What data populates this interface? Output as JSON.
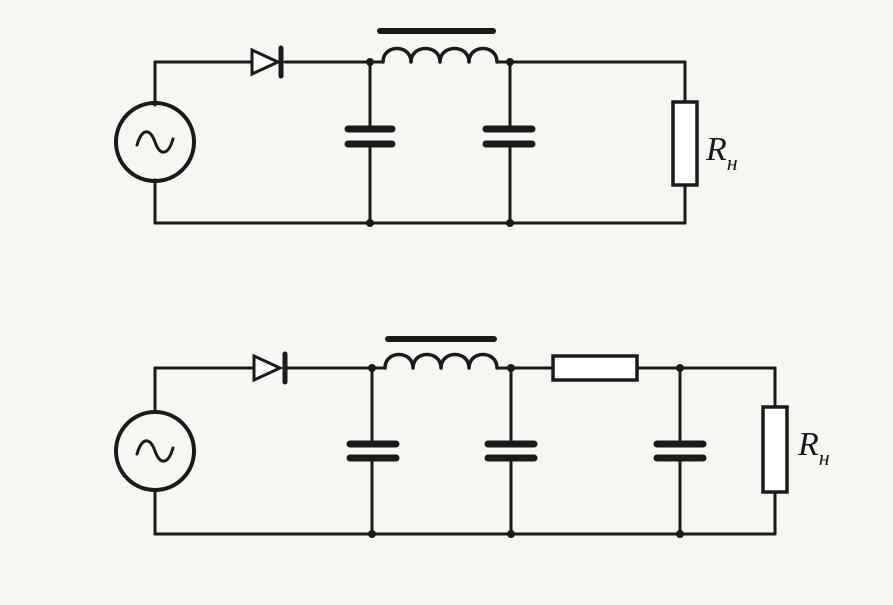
{
  "circuits": [
    {
      "load_label": {
        "main": "R",
        "sub": "н"
      }
    },
    {
      "load_label": {
        "main": "R",
        "sub": "н"
      }
    }
  ]
}
